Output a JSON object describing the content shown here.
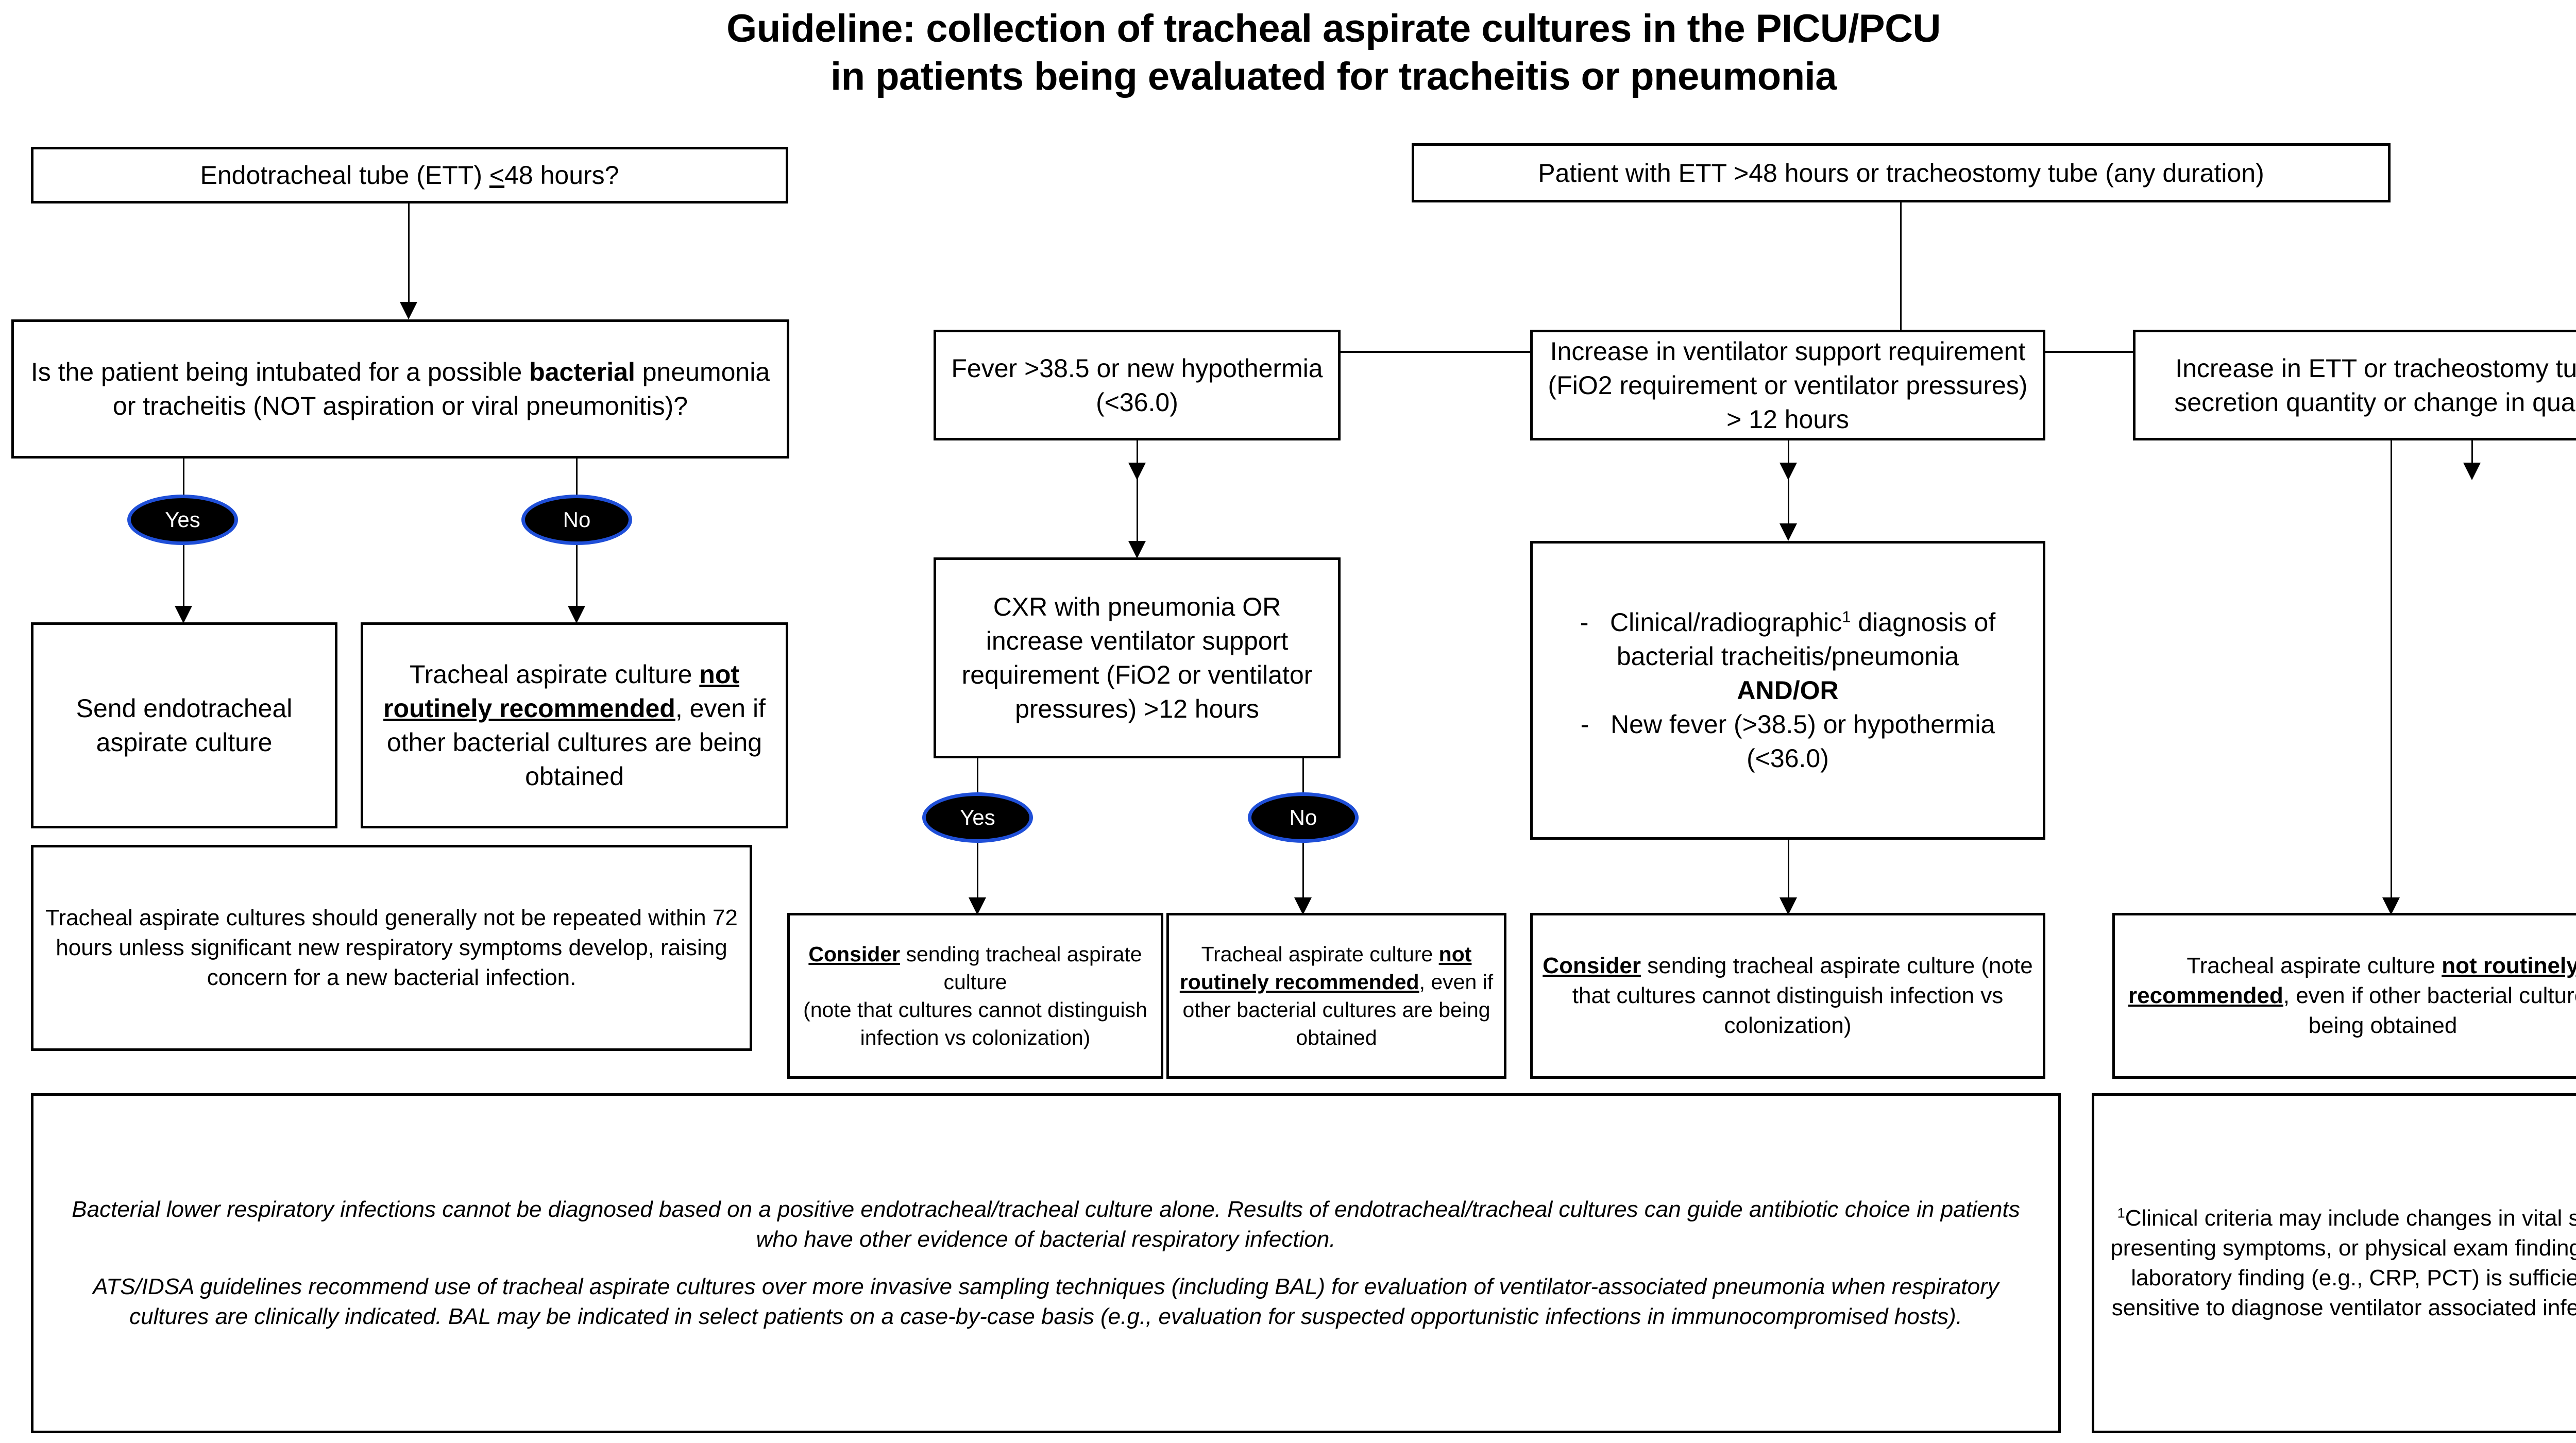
{
  "title": {
    "line1": "Guideline: collection of tracheal aspirate cultures in the PICU/PCU",
    "line2": "in patients being evaluated for tracheitis or pneumonia"
  },
  "colors": {
    "oval_fill": "#000000",
    "oval_border": "#1F4FD8",
    "oval_text": "#FFFFFF",
    "box_border": "#000000",
    "background": "#FFFFFF",
    "text": "#000000"
  },
  "branch_a": {
    "start_box": "Endotracheal tube (ETT) <48 hours?",
    "start_box_underline_char": "≤",
    "decision_box": {
      "part1": "Is the patient being intubated for a possible ",
      "bold": "bacterial",
      "part2": " pneumonia or tracheitis (NOT aspiration or viral pneumonitis)?"
    },
    "yes_label": "Yes",
    "no_label": "No",
    "yes_outcome": "Send endotracheal aspirate culture",
    "no_outcome": {
      "part1": "Tracheal aspirate culture ",
      "underlined": "not routinely recommended",
      "part2": ", even if other bacterial cultures are being obtained"
    },
    "note_box": "Tracheal aspirate cultures should generally not be repeated within 72 hours unless significant new respiratory symptoms develop, raising concern for a new bacterial infection."
  },
  "branch_b": {
    "start_box": "Patient with ETT >48 hours or tracheostomy tube (any duration)",
    "column1": {
      "criterion": "Fever >38.5 or new hypothermia (<36.0)",
      "second_criterion": "CXR with pneumonia OR increase ventilator support requirement (FiO2 or ventilator pressures) >12 hours",
      "yes_label": "Yes",
      "no_label": "No",
      "yes_outcome": {
        "underlined": "Consider",
        "part1": " sending tracheal aspirate culture",
        "part2": "(note that cultures cannot distinguish infection vs colonization)"
      },
      "no_outcome": {
        "part1": "Tracheal aspirate culture ",
        "underlined": "not routinely recommended",
        "part2": ", even if other bacterial cultures are being obtained"
      }
    },
    "column2": {
      "criterion": "Increase in ventilator support requirement (FiO2 requirement or ventilator pressures) > 12 hours",
      "criteria_list": {
        "bullet1_pre": "-   Clinical/radiographic",
        "bullet1_sup": "1",
        "bullet1_post": " diagnosis of bacterial tracheitis/pneumonia",
        "connector": "AND/OR",
        "bullet2": "-   New fever (>38.5) or hypothermia (<36.0)"
      },
      "outcome": {
        "underlined": "Consider",
        "text": " sending tracheal aspirate culture (note that cultures cannot distinguish infection vs colonization)"
      }
    },
    "column3": {
      "criterion": "Increase in ETT or tracheostomy tube secretion quantity or change in quality",
      "outcome": {
        "part1": "Tracheal aspirate culture ",
        "underlined": "not routinely recommended",
        "part2": ", even if other bacterial cultures are being obtained"
      }
    }
  },
  "footnotes": {
    "main_paragraph_1": "Bacterial lower respiratory infections cannot be diagnosed based on a positive endotracheal/tracheal culture alone. Results of endotracheal/tracheal cultures can guide antibiotic choice in patients who have other evidence of bacterial respiratory infection.",
    "main_paragraph_2": "ATS/IDSA guidelines recommend use of tracheal aspirate cultures over more invasive sampling techniques (including BAL) for evaluation of ventilator-associated pneumonia when respiratory cultures are clinically indicated. BAL may be indicated in select patients on a case-by-case basis (e.g., evaluation for suspected opportunistic infections in immunocompromised hosts).",
    "side_note_sup": "1",
    "side_note_text": "Clinical criteria may include changes in vital signs, presenting symptoms, or physical exam findings. No laboratory finding (e.g., CRP, PCT) is sufficiently sensitive to diagnose ventilator associated infection."
  }
}
